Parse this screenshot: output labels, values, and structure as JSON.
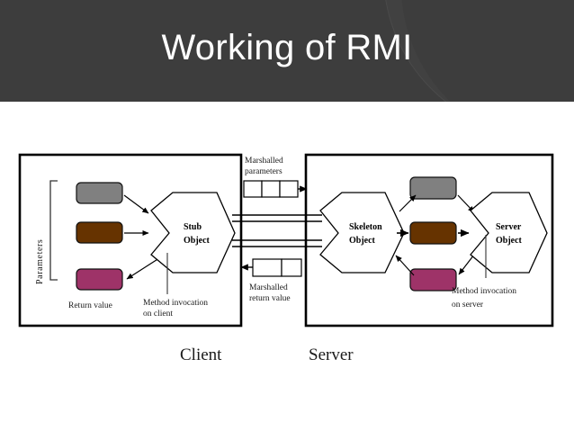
{
  "slide": {
    "title": "Working of RMI",
    "title_bg": "#3d3d3d",
    "title_color": "#ffffff",
    "background": "#ffffff"
  },
  "diagram": {
    "type": "rmi-architecture",
    "client": {
      "frame_label": "Client",
      "parameters_label": "Parameters",
      "return_value_label": "Return value",
      "method_invocation_line1": "Method invocation",
      "method_invocation_line2": "on client",
      "stub_label_line1": "Stub",
      "stub_label_line2": "Object",
      "boxes": [
        {
          "name": "parameter-box-gray",
          "color": "#808080"
        },
        {
          "name": "parameter-box-brown",
          "color": "#663300"
        },
        {
          "name": "return-value-box",
          "color": "#9e3368"
        }
      ]
    },
    "middle": {
      "marshalled_parameters_line1": "Marshalled",
      "marshalled_parameters_line2": "parameters",
      "marshalled_parameters_cells": 3,
      "marshalled_return_line1": "Marshalled",
      "marshalled_return_line2": "return value",
      "marshalled_return_cells": 2
    },
    "server": {
      "frame_label": "Server",
      "skeleton_label_line1": "Skeleton",
      "skeleton_label_line2": "Object",
      "server_label_line1": "Server",
      "server_label_line2": "Object",
      "method_invocation_line1": "Method invocation",
      "method_invocation_line2": "on server",
      "boxes": [
        {
          "name": "parameter-box-gray",
          "color": "#808080"
        },
        {
          "name": "parameter-box-brown",
          "color": "#663300"
        },
        {
          "name": "return-value-box",
          "color": "#9e3368"
        }
      ]
    },
    "colors": {
      "gray": "#808080",
      "brown": "#663300",
      "magenta": "#9e3368",
      "stroke": "#000000"
    }
  }
}
